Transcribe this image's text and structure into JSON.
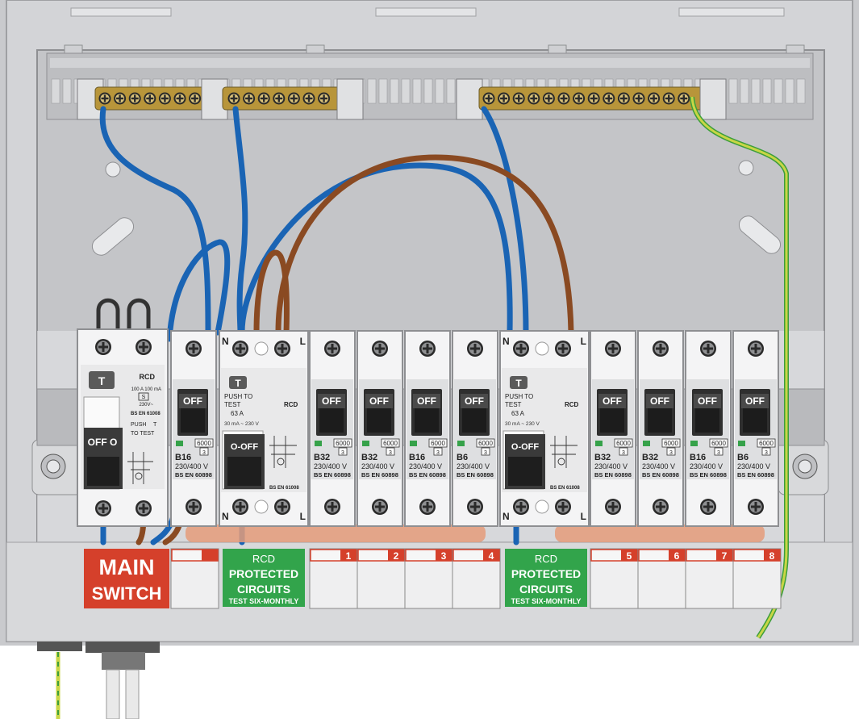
{
  "main_switch": {
    "label_line1": "MAIN",
    "label_line2": "SWITCH",
    "test_button": "T",
    "state": "OFF O",
    "type": "RCD",
    "rating_line1": "100 A  100 mA",
    "rating_line2": "230V~",
    "standard": "BS EN 61008",
    "push_line1": "PUSH",
    "push_line2": "TO TEST",
    "push_glyph": "T",
    "delay_symbol": "S"
  },
  "rcd_units": [
    {
      "n": "N",
      "l": "L",
      "test_button": "T",
      "push_line1": "PUSH TO",
      "push_line2": "TEST",
      "rating": "63 A",
      "type": "RCD",
      "spec": "30 mA  ~  230 V",
      "state": "O-OFF",
      "standard": "BS EN 61008",
      "label_line1": "RCD",
      "label_line2": "PROTECTED",
      "label_line3": "CIRCUITS",
      "label_line4": "TEST SIX-MONTHLY"
    },
    {
      "n": "N",
      "l": "L",
      "test_button": "T",
      "push_line1": "PUSH TO",
      "push_line2": "TEST",
      "rating": "63 A",
      "type": "RCD",
      "spec": "30 mA  ~  230 V",
      "state": "O-OFF",
      "standard": "BS EN 61008",
      "label_line1": "RCD",
      "label_line2": "PROTECTED",
      "label_line3": "CIRCUITS",
      "label_line4": "TEST SIX-MONTHLY"
    }
  ],
  "mcbs": [
    {
      "state": "OFF",
      "rating": "B16",
      "breaking": "6000",
      "class": "3",
      "voltage": "230/400 V",
      "standard": "BS EN 60898",
      "circuit": ""
    },
    {
      "state": "OFF",
      "rating": "B32",
      "breaking": "6000",
      "class": "3",
      "voltage": "230/400 V",
      "standard": "BS EN 60898",
      "circuit": "1"
    },
    {
      "state": "OFF",
      "rating": "B32",
      "breaking": "6000",
      "class": "3",
      "voltage": "230/400 V",
      "standard": "BS EN 60898",
      "circuit": "2"
    },
    {
      "state": "OFF",
      "rating": "B16",
      "breaking": "6000",
      "class": "3",
      "voltage": "230/400 V",
      "standard": "BS EN 60898",
      "circuit": "3"
    },
    {
      "state": "OFF",
      "rating": "B6",
      "breaking": "6000",
      "class": "3",
      "voltage": "230/400 V",
      "standard": "BS EN 60898",
      "circuit": "4"
    },
    {
      "state": "OFF",
      "rating": "B32",
      "breaking": "6000",
      "class": "3",
      "voltage": "230/400 V",
      "standard": "BS EN 60898",
      "circuit": "5"
    },
    {
      "state": "OFF",
      "rating": "B32",
      "breaking": "6000",
      "class": "3",
      "voltage": "230/400 V",
      "standard": "BS EN 60898",
      "circuit": "6"
    },
    {
      "state": "OFF",
      "rating": "B16",
      "breaking": "6000",
      "class": "3",
      "voltage": "230/400 V",
      "standard": "BS EN 60898",
      "circuit": "7"
    },
    {
      "state": "OFF",
      "rating": "B6",
      "breaking": "6000",
      "class": "3",
      "voltage": "230/400 V",
      "standard": "BS EN 60898",
      "circuit": "8"
    }
  ],
  "colors": {
    "enclosure": "#d2d3d6",
    "neutral_wire": "#1a64b4",
    "live_wire": "#8a4a22",
    "earth_wire": "#c8d646",
    "label_red": "#d5402b",
    "label_green": "#32a44b",
    "busbar": "#b8953a"
  }
}
